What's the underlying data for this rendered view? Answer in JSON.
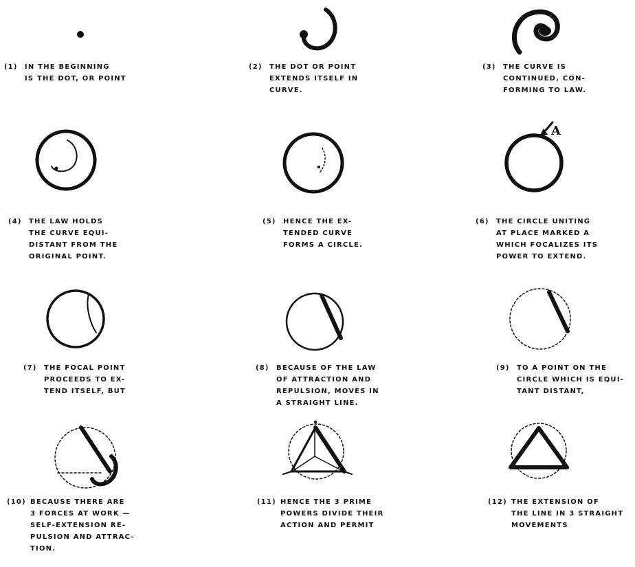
{
  "steps": [
    {
      "number": "(1)",
      "lines": [
        "In the beginning",
        "is the dot, or point"
      ]
    },
    {
      "number": "(2)",
      "lines": [
        "The dot or point",
        "extends itself in",
        "curve."
      ]
    },
    {
      "number": "(3)",
      "lines": [
        "The curve is",
        "continued, con-",
        "forming to law."
      ]
    },
    {
      "number": "(4)",
      "lines": [
        "The law holds",
        "the curve equi-",
        "distant from the",
        "original point."
      ]
    },
    {
      "number": "(5)",
      "lines": [
        "Hence the ex-",
        "tended curve",
        "forms a circle."
      ]
    },
    {
      "number": "(6)",
      "lines": [
        "The circle uniting",
        "at place marked A",
        "which focalizes its",
        "power to extend."
      ]
    },
    {
      "number": "(7)",
      "lines": [
        "The focal point",
        "proceeds to ex-",
        "tend itself, but"
      ]
    },
    {
      "number": "(8)",
      "lines": [
        "Because of the law",
        "of attraction and",
        "repulsion, moves in",
        "a straight line."
      ]
    },
    {
      "number": "(9)",
      "lines": [
        "To a point on the",
        "circle which is equi-",
        "tant distant,"
      ]
    },
    {
      "number": "(10)",
      "lines": [
        "Because there are",
        "3 forces at work —",
        "self-extension re-",
        "pulsion and attrac-",
        "tion."
      ]
    },
    {
      "number": "(11)",
      "lines": [
        "Hence the 3 prime",
        "powers divide their",
        "action and permit"
      ]
    },
    {
      "number": "(12)",
      "lines": [
        "The extension of",
        "the line in 3 straight",
        "movements"
      ]
    }
  ],
  "marker_label": "A"
}
